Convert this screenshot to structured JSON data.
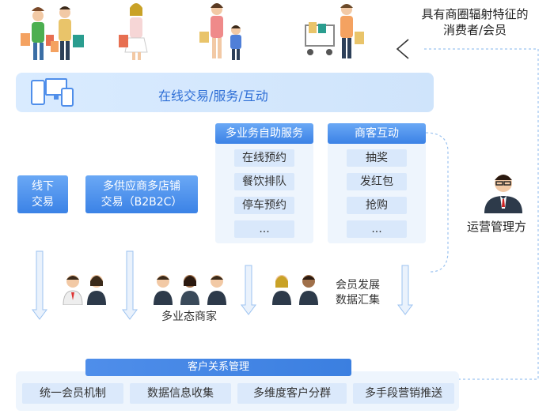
{
  "consumer_label_line1": "具有商圈辐射特征的",
  "consumer_label_line2": "消费者/会员",
  "top_bar": "在线交易/服务/互动",
  "self_service": {
    "title": "多业务自助服务",
    "items": [
      "在线预约",
      "餐饮排队",
      "停车预约",
      "..."
    ]
  },
  "merchant_interaction": {
    "title": "商客互动",
    "items": [
      "抽奖",
      "发红包",
      "抢购",
      "..."
    ]
  },
  "offline_trade_line1": "线下",
  "offline_trade_line2": "交易",
  "b2b2c_line1": "多供应商多店铺",
  "b2b2c_line2": "交易（B2B2C）",
  "multi_merchant": "多业态商家",
  "member_data_line1": "会员发展",
  "member_data_line2": "数据汇集",
  "operator": "运营管理方",
  "crm": {
    "title": "客户关系管理",
    "items": [
      "统一会员机制",
      "数据信息收集",
      "多维度客户分群",
      "多手段营销推送"
    ]
  },
  "colors": {
    "primary": "#3b82e6",
    "light_panel": "#eef5fd",
    "pill": "#d9e8fb"
  }
}
